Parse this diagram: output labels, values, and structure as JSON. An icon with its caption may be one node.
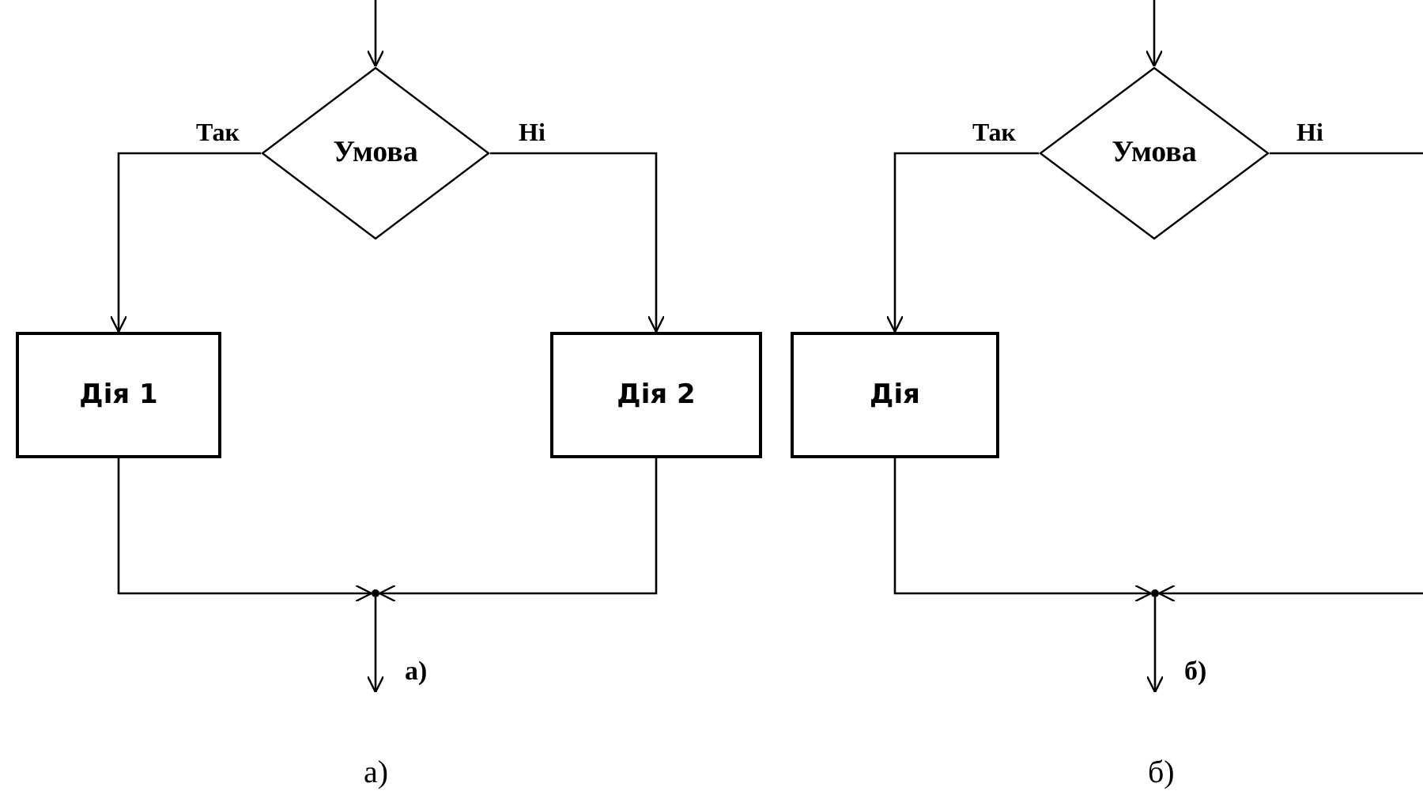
{
  "diagram": {
    "nodes": [
      {
        "text": [
          "Умова"
        ]
      },
      {
        "text": [
          "Дія 1"
        ]
      },
      {
        "text": [
          "Дія 2"
        ]
      },
      {
        "text": [],
        "shape": "point"
      },
      {
        "text": [
          "Умова"
        ]
      },
      {
        "text": [
          "Дія"
        ]
      },
      {
        "text": [],
        "shape": "point"
      }
    ],
    "edges": [
      {
        "from": null,
        "to": 0,
        "arrow": "to"
      },
      {
        "from": 0,
        "to": 1,
        "arrow": "to",
        "label": "Так"
      },
      {
        "from": 0,
        "to": 2,
        "arrow": "to",
        "label": "Ні"
      },
      {
        "from": 1,
        "to": 3,
        "arrow": "to"
      },
      {
        "from": 2,
        "to": 3,
        "arrow": "to"
      },
      {
        "from": 3,
        "to": null,
        "arrow": "to"
      },
      {
        "from": null,
        "to": 4,
        "arrow": "to"
      },
      {
        "from": 4,
        "to": 5,
        "arrow": "to",
        "label": "Так"
      },
      {
        "from": 4,
        "to": null,
        "arrow": "none",
        "label": "Ні"
      },
      {
        "from": 5,
        "to": 6,
        "arrow": "to"
      },
      {
        "from": null,
        "to": 6,
        "arrow": "to"
      },
      {
        "from": 6,
        "to": null,
        "arrow": "to"
      }
    ],
    "labels": [
      "а)",
      "б)",
      "а)",
      "б)"
    ]
  }
}
